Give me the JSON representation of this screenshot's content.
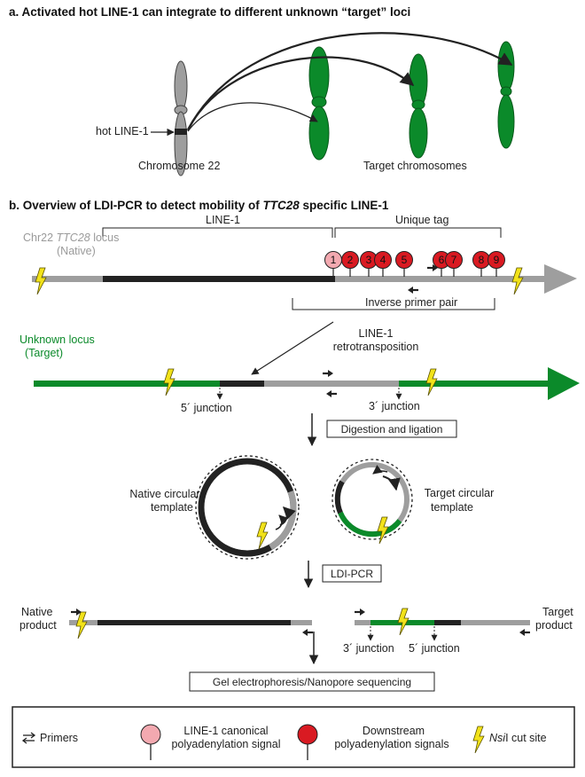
{
  "panel_a": {
    "title": "a. Activated hot LINE-1 can integrate to different unknown “target” loci",
    "hot_label": "hot LINE-1",
    "chr22_label": "Chromosome 22",
    "targets_label": "Target chromosomes"
  },
  "panel_b": {
    "title_part1": "b. Overview of LDI-PCR to detect mobility of ",
    "title_gene": "TTC28",
    "title_part2": " specific LINE-1",
    "line1_label": "LINE-1",
    "unique_tag_label": "Unique tag",
    "native_locus_part1": "Chr22 ",
    "native_locus_gene": "TTC28",
    "native_locus_part2": " locus",
    "native_paren": "(Native)",
    "pas_numbers": [
      "1",
      "2",
      "3",
      "4",
      "5",
      "6",
      "7",
      "8",
      "9"
    ],
    "inverse_primer": "Inverse primer pair",
    "retro_line1": "LINE-1",
    "retro_line2": "retrotransposition",
    "unknown_locus": "Unknown locus",
    "target_paren": "(Target)",
    "five_junction": "5´ junction",
    "three_junction": "3´ junction",
    "step_digestion": "Digestion and ligation",
    "native_circ_1": "Native circular",
    "native_circ_2": "template",
    "target_circ_1": "Target circular",
    "target_circ_2": "template",
    "step_ldi": "LDI-PCR",
    "native_prod_1": "Native",
    "native_prod_2": "product",
    "target_prod_1": "Target",
    "target_prod_2": "product",
    "prod_three_junction": "3´ junction",
    "prod_five_junction": "5´ junction",
    "step_gel": "Gel electrophoresis/Nanopore sequencing"
  },
  "legend": {
    "primers": "Primers",
    "canonical_1": "LINE-1 canonical",
    "canonical_2": "polyadenylation signal",
    "downstream_1": "Downstream",
    "downstream_2": "polyadenylation signals",
    "nsi_italic": "Nsi",
    "nsi_rest": "I cut site"
  },
  "colors": {
    "green": "#0b8a2a",
    "gray": "#9e9e9e",
    "black": "#222222",
    "red": "#d91a22",
    "pink": "#f3a9b0",
    "yellow": "#f2e21a"
  }
}
